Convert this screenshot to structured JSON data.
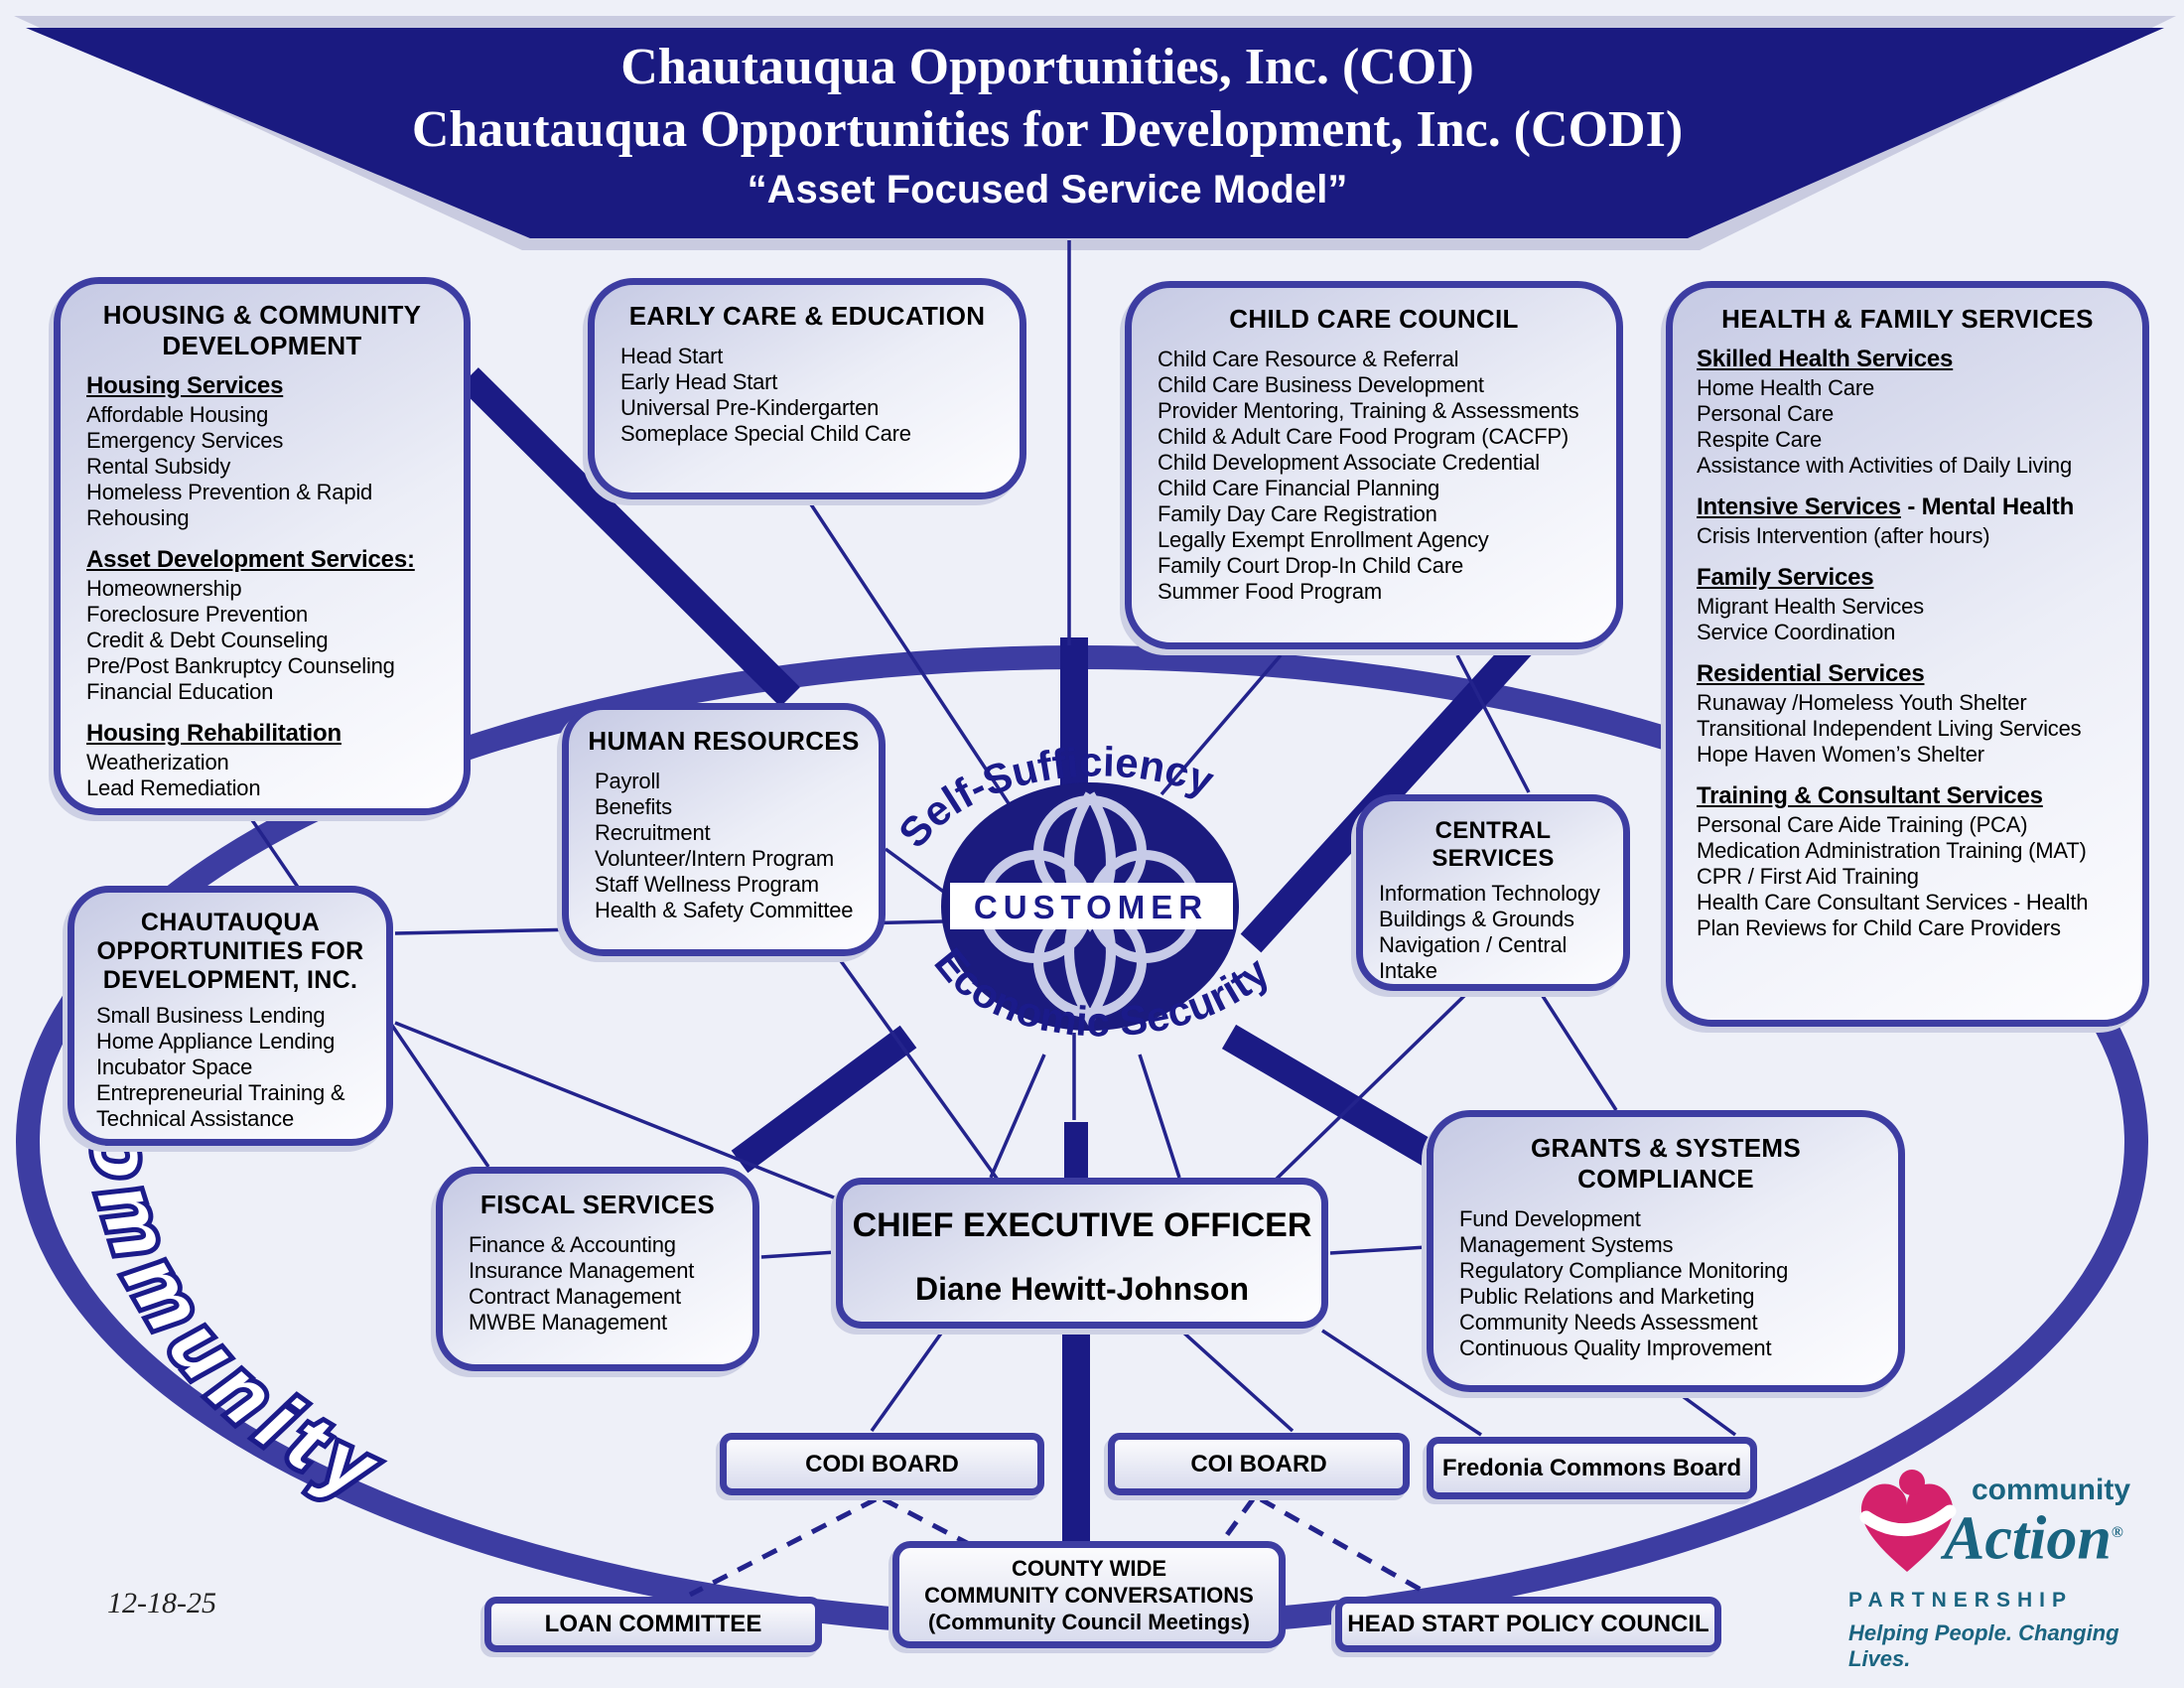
{
  "banner": {
    "line1": "Chautauqua Opportunities, Inc. (COI)",
    "line2": "Chautauqua Opportunities for Development, Inc. (CODI)",
    "line3": "“Asset Focused Service Model”"
  },
  "colors": {
    "banner_navy": "#1a1a80",
    "box_border_indigo": "#3d3da2",
    "line_navy": "#23238c",
    "logo_teal": "#1a6480",
    "logo_pink": "#d4216b"
  },
  "panels": {
    "housing": {
      "title": "HOUSING & COMMUNITY DEVELOPMENT",
      "sections": [
        {
          "heading": "Housing Services",
          "suffix": "",
          "items": [
            "Affordable Housing",
            "Emergency Services",
            "Rental Subsidy",
            "Homeless Prevention & Rapid Rehousing"
          ]
        },
        {
          "heading": "Asset Development Services:",
          "suffix": "",
          "items": [
            "Homeownership",
            "Foreclosure Prevention",
            "Credit & Debt Counseling",
            "Pre/Post Bankruptcy Counseling",
            "Financial Education"
          ]
        },
        {
          "heading": "Housing Rehabilitation",
          "suffix": "",
          "items": [
            "Weatherization",
            "Lead Remediation"
          ]
        }
      ]
    },
    "early_care": {
      "title": "EARLY CARE & EDUCATION",
      "items": [
        "Head Start",
        "Early Head Start",
        "Universal Pre-Kindergarten",
        "Someplace Special Child Care"
      ]
    },
    "child_care_council": {
      "title": "CHILD CARE COUNCIL",
      "items": [
        "Child Care Resource & Referral",
        "Child Care Business Development",
        "Provider Mentoring, Training & Assessments",
        "Child & Adult Care Food Program (CACFP)",
        "Child Development Associate Credential",
        "Child Care Financial Planning",
        "Family Day Care Registration",
        "Legally Exempt Enrollment Agency",
        "Family Court Drop-In Child Care",
        "Summer Food Program"
      ]
    },
    "health_family": {
      "title": "HEALTH & FAMILY SERVICES",
      "sections": [
        {
          "heading": "Skilled Health Services",
          "suffix": "",
          "items": [
            "Home Health Care",
            "Personal Care",
            "Respite Care",
            "Assistance with Activities of Daily Living"
          ]
        },
        {
          "heading": "Intensive Services",
          "suffix": " - Mental Health",
          "items": [
            "Crisis Intervention (after hours)"
          ]
        },
        {
          "heading": "Family Services",
          "suffix": "",
          "items": [
            "Migrant Health Services",
            "Service Coordination"
          ]
        },
        {
          "heading": "Residential Services",
          "suffix": "",
          "items": [
            "Runaway /Homeless Youth Shelter",
            "Transitional Independent Living Services",
            "Hope Haven Women’s Shelter"
          ]
        },
        {
          "heading": "Training & Consultant Services",
          "suffix": "",
          "items": [
            "Personal Care Aide Training (PCA)",
            "Medication Administration Training (MAT)",
            "CPR / First Aid Training",
            "Health Care Consultant Services - Health Plan Reviews for Child Care Providers"
          ]
        }
      ]
    },
    "human_resources": {
      "title": "HUMAN RESOURCES",
      "items": [
        "Payroll",
        "Benefits",
        "Recruitment",
        "Volunteer/Intern Program",
        "Staff Wellness Program",
        "Health & Safety Committee"
      ]
    },
    "central_services": {
      "title": "CENTRAL SERVICES",
      "items": [
        "Information Technology",
        "Buildings & Grounds",
        "Navigation / Central Intake"
      ]
    },
    "codi": {
      "title": "CHAUTAUQUA OPPORTUNITIES FOR DEVELOPMENT, INC.",
      "items": [
        "Small Business Lending",
        "Home Appliance Lending",
        "Incubator Space",
        "Entrepreneurial Training & Technical Assistance"
      ]
    },
    "fiscal": {
      "title": "FISCAL SERVICES",
      "items": [
        "Finance & Accounting",
        "Insurance Management",
        "Contract Management",
        "MWBE Management"
      ]
    },
    "grants": {
      "title": "GRANTS & SYSTEMS COMPLIANCE",
      "items": [
        "Fund Development",
        "Management Systems",
        "Regulatory Compliance Monitoring",
        "Public Relations and Marketing",
        "Community Needs Assessment",
        "Continuous Quality Improvement"
      ]
    },
    "ceo": {
      "title": "CHIEF EXECUTIVE OFFICER",
      "name": "Diane Hewitt-Johnson"
    }
  },
  "center": {
    "arc_top": "Self-Sufficiency",
    "arc_bottom": "Economic Security",
    "label": "CUSTOMER",
    "community_arc": "Community"
  },
  "boards": {
    "codi_board": "CODI BOARD",
    "coi_board": "COI BOARD",
    "fredonia": "Fredonia Commons Board",
    "loan_committee": "LOAN COMMITTEE",
    "county_line1": "COUNTY WIDE",
    "county_line2": "COMMUNITY CONVERSATIONS",
    "county_line3": "(Community Council Meetings)",
    "head_start": "HEAD START POLICY COUNCIL"
  },
  "footer": {
    "date": "12-18-25"
  },
  "logo": {
    "community": "community",
    "action": "Action",
    "registered": "®",
    "partnership": "PARTNERSHIP",
    "tagline": "Helping People. Changing Lives."
  }
}
